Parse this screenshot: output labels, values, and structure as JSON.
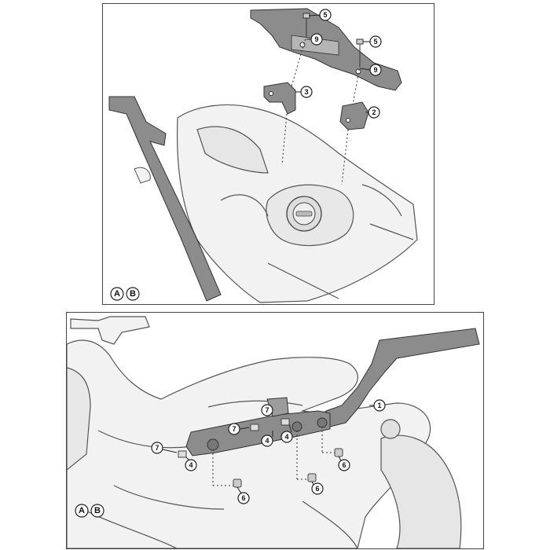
{
  "top_panel": {
    "variants": [
      "A",
      "B"
    ],
    "callouts": [
      "5",
      "9",
      "5",
      "9",
      "3",
      "2"
    ]
  },
  "bottom_panel": {
    "variants": [
      "A",
      "B"
    ],
    "callouts": [
      "1",
      "7",
      "7",
      "4",
      "4",
      "7",
      "4",
      "6",
      "6",
      "6"
    ]
  },
  "colors": {
    "part_fill": "#8c8c8c",
    "part_stroke": "#333333",
    "bike_fill": "#f2f2f2",
    "bike_stroke": "#555555",
    "border": "#444444"
  }
}
